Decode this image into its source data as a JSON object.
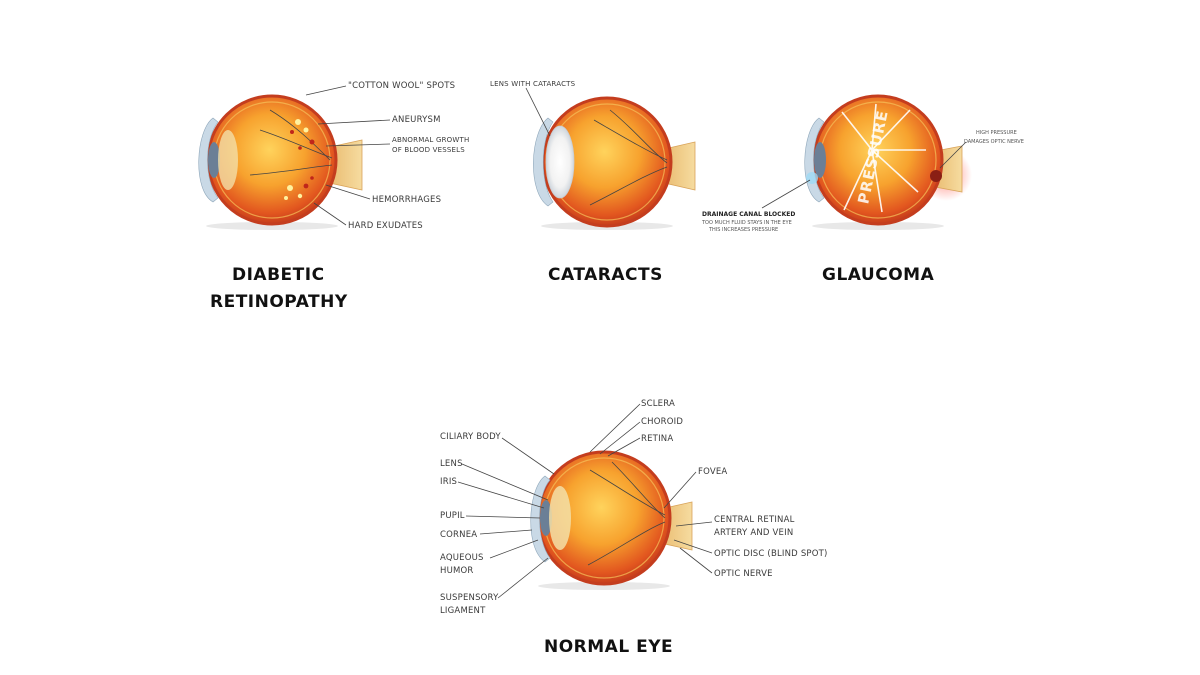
{
  "diabetic": {
    "title_line1": "DIABETIC",
    "title_line2": "RETINOPATHY",
    "labels": {
      "cotton": "\"COTTON WOOL\" SPOTS",
      "aneurysm": "ANEURYSM",
      "abnormal_1": "ABNORMAL GROWTH",
      "abnormal_2": "OF BLOOD VESSELS",
      "hemorrhages": "HEMORRHAGES",
      "exudates": "HARD EXUDATES"
    }
  },
  "cataracts": {
    "title": "CATARACTS",
    "labels": {
      "lens": "LENS WITH CATARACTS"
    }
  },
  "glaucoma": {
    "title": "GLAUCOMA",
    "pressure_word": "PRESSURE",
    "labels": {
      "high_1": "HIGH PRESSURE",
      "high_2": "DAMAGES OPTIC NERVE",
      "drain": "DRAINAGE CANAL BLOCKED",
      "drain_sub1": "TOO MUCH FLUID STAYS IN THE EYE",
      "drain_sub2": "THIS INCREASES PRESSURE"
    }
  },
  "normal": {
    "title": "NORMAL EYE",
    "labels": {
      "sclera": "SCLERA",
      "choroid": "CHOROID",
      "retina": "RETINA",
      "ciliary": "CILIARY BODY",
      "lens": "LENS",
      "iris": "IRIS",
      "pupil": "PUPIL",
      "cornea": "CORNEA",
      "aqueous_1": "AQUEOUS",
      "aqueous_2": "HUMOR",
      "suspensory_1": "SUSPENSORY",
      "suspensory_2": "LIGAMENT",
      "fovea": "FOVEA",
      "central_1": "CENTRAL RETINAL",
      "central_2": "ARTERY AND VEIN",
      "optic_disc": "OPTIC DISC (BLIND SPOT)",
      "optic_nerve": "OPTIC NERVE"
    }
  }
}
